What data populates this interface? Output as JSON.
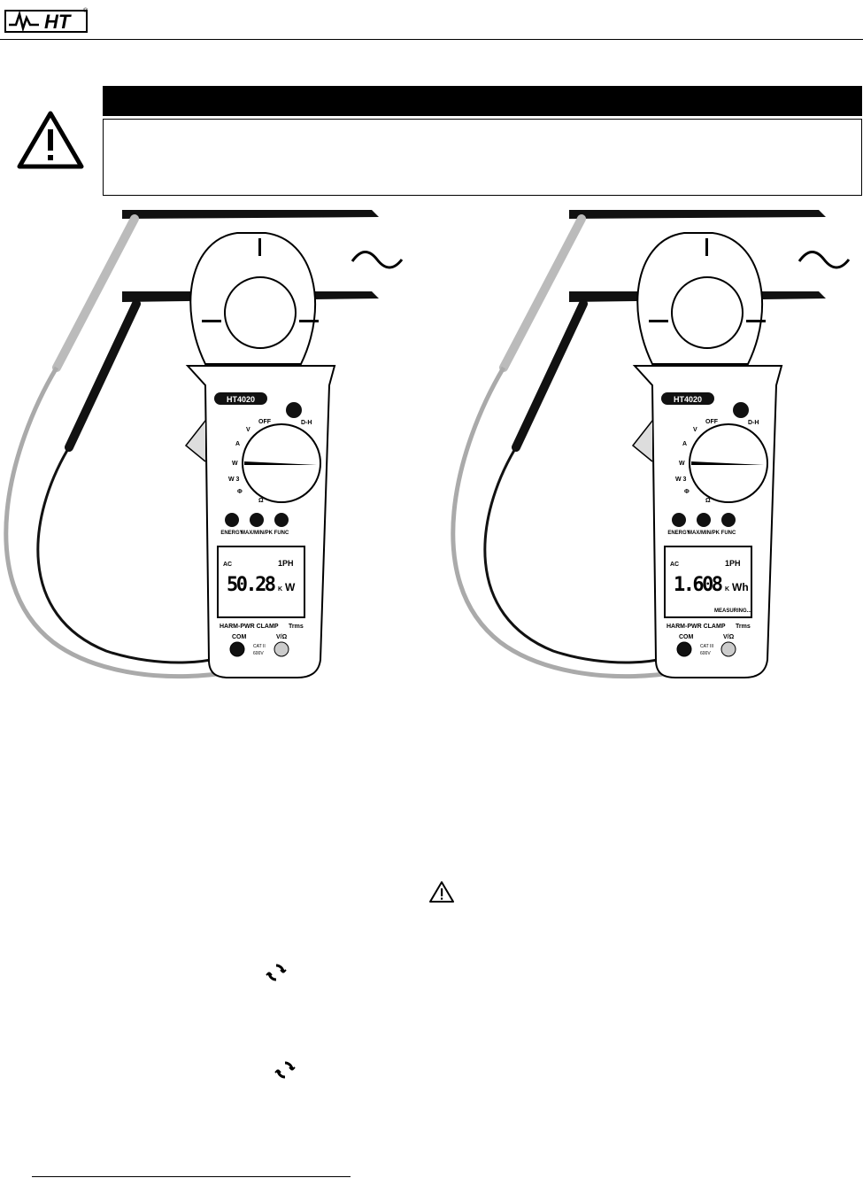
{
  "header": {
    "logo_text": "HT",
    "logo_mark": "®"
  },
  "warning_box": {
    "icon": "warning-triangle-icon"
  },
  "figures": [
    {
      "model": "HT4020",
      "backlight_button": "D-H",
      "dial_labels": {
        "off": "OFF",
        "v": "V",
        "a": "A",
        "w": "W",
        "w3": "W 3",
        "phi": "Φ",
        "ohm": "Ω"
      },
      "buttons": [
        "ENERGY",
        "MAX/MIN/PK",
        "FUNC"
      ],
      "lcd": {
        "mode": "AC",
        "phase": "1PH",
        "value": "50.28",
        "prefix": "K",
        "unit": "W",
        "status": ""
      },
      "brand_line": "HARM-PWR CLAMP",
      "trms": "Trms",
      "terminals": {
        "com": "COM",
        "vohm": "V/Ω",
        "cat": "CAT II",
        "rating": "600V"
      }
    },
    {
      "model": "HT4020",
      "backlight_button": "D-H",
      "dial_labels": {
        "off": "OFF",
        "v": "V",
        "a": "A",
        "w": "W",
        "w3": "W 3",
        "phi": "Φ",
        "ohm": "Ω"
      },
      "buttons": [
        "ENERGY",
        "MAX/MIN/PK",
        "FUNC"
      ],
      "lcd": {
        "mode": "AC",
        "phase": "1PH",
        "value": "1.608",
        "prefix": "K",
        "unit": "Wh",
        "status": "MEASURING..."
      },
      "brand_line": "HARM-PWR CLAMP",
      "trms": "Trms",
      "terminals": {
        "com": "COM",
        "vohm": "V/Ω",
        "cat": "CAT III",
        "rating": "600V"
      }
    }
  ],
  "inline_icons": [
    "warning-triangle-icon",
    "cycle-icon",
    "cycle-icon"
  ]
}
